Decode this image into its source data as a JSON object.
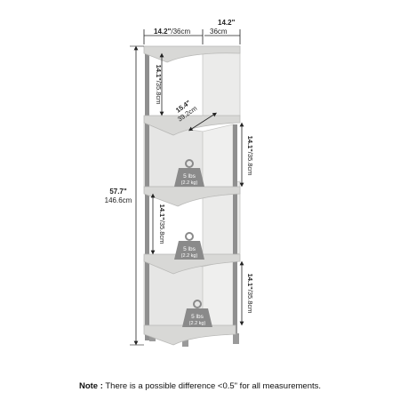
{
  "dimensions": {
    "top_width": {
      "inch": "14.2\"",
      "sep": "/",
      "cm": "36cm"
    },
    "top_depth": {
      "inch": "14.2\"",
      "cm": "36cm"
    },
    "total_height": {
      "inch": "57.7\"",
      "cm": "146.6cm"
    },
    "shelf_gap_1": {
      "inch": "14.1\"",
      "cm": "/35.8cm"
    },
    "diagonal": {
      "inch": "15.4\"",
      "cm": "39.2cm"
    },
    "shelf_gap_2": {
      "inch": "14.1\"",
      "cm": "/35.8cm"
    },
    "shelf_gap_3": {
      "inch": "14.1\"",
      "cm": "/35.8cm"
    },
    "shelf_gap_4": {
      "inch": "14.1\"",
      "cm": "/35.8cm"
    }
  },
  "weights": [
    {
      "lbs": "5 lbs",
      "kg": "(2.2 kg)"
    },
    {
      "lbs": "5 lbs",
      "kg": "(2.2 kg)"
    },
    {
      "lbs": "5 lbs",
      "kg": "(2.2 kg)"
    }
  ],
  "note": {
    "label": "Note :",
    "text": " There is a possible difference <0.5\" for all measurements."
  },
  "colors": {
    "shelf": "#d8d8d6",
    "panel": "#ebebea",
    "post": "#8f8f8f",
    "weight": "#8a8a8a"
  }
}
